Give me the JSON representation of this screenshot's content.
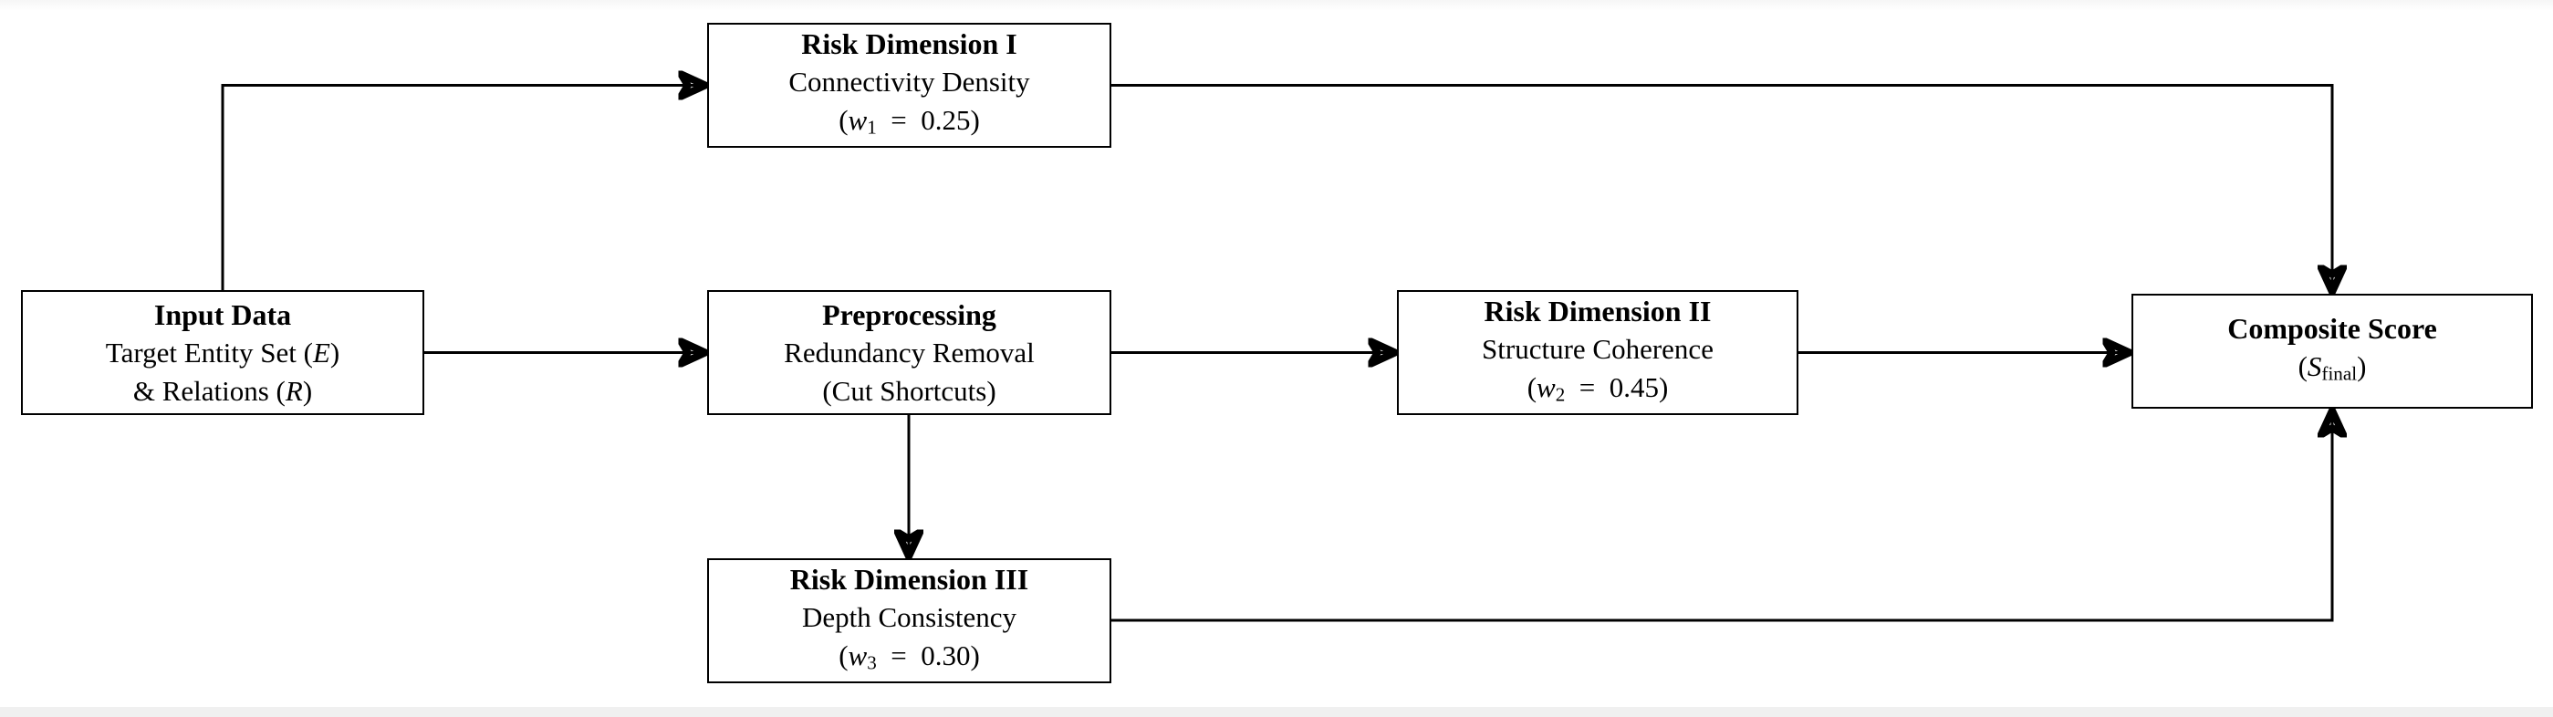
{
  "page": {
    "background_color": "#ffffff",
    "line_color": "#000000",
    "bottom_strip_color": "#f0f0f0"
  },
  "diagram": {
    "nodes": {
      "input": {
        "title": "Input Data",
        "line2_pre": "Target Entity Set (",
        "line2_var": "E",
        "line2_post": ")",
        "line3_pre": "& Relations (",
        "line3_var": "R",
        "line3_post": ")"
      },
      "risk1": {
        "title": "Risk Dimension I",
        "subtitle": "Connectivity Density",
        "f_open": "(",
        "f_var": "w",
        "f_sub": "1",
        "f_rest": " = 0.25)"
      },
      "preprocess": {
        "title": "Preprocessing",
        "subtitle": "Redundancy Removal",
        "line3": "(Cut Shortcuts)"
      },
      "risk2": {
        "title": "Risk Dimension II",
        "subtitle": "Structure Coherence",
        "f_open": "(",
        "f_var": "w",
        "f_sub": "2",
        "f_rest": " = 0.45)"
      },
      "risk3": {
        "title": "Risk Dimension III",
        "subtitle": "Depth Consistency",
        "f_open": "(",
        "f_var": "w",
        "f_sub": "3",
        "f_rest": " = 0.30)"
      },
      "composite": {
        "title": "Composite Score",
        "f_open": "(",
        "f_var": "S",
        "f_sub": "final",
        "f_post": ")"
      }
    },
    "edges": [
      {
        "from": "input-data",
        "to": "risk-dimension-1"
      },
      {
        "from": "input-data",
        "to": "preprocessing"
      },
      {
        "from": "preprocessing",
        "to": "risk-dimension-2"
      },
      {
        "from": "preprocessing",
        "to": "risk-dimension-3"
      },
      {
        "from": "risk-dimension-1",
        "to": "composite-score"
      },
      {
        "from": "risk-dimension-2",
        "to": "composite-score"
      },
      {
        "from": "risk-dimension-3",
        "to": "composite-score"
      }
    ]
  }
}
